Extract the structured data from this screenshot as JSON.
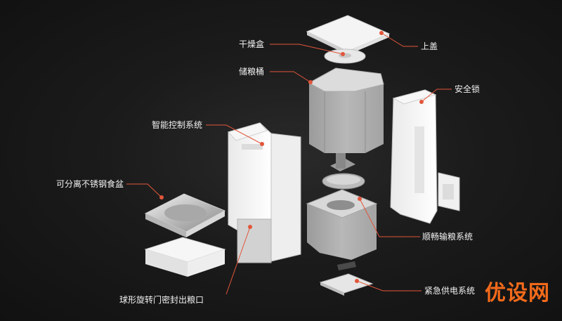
{
  "labels": {
    "drying_box": "干燥盒",
    "top_lid": "上盖",
    "grain_bucket": "储粮桶",
    "safety_lock": "安全锁",
    "smart_control": "智能控制系统",
    "bowl": "可分离不锈钢食盆",
    "feed_system": "顺畅输粮系统",
    "power": "紧急供电系统",
    "outlet": "球形旋转门密封出粮口"
  },
  "watermark": "优设网",
  "colors": {
    "leader_line": "#e2563a",
    "text": "#f2f2f2",
    "logo": "#f26a1b"
  }
}
